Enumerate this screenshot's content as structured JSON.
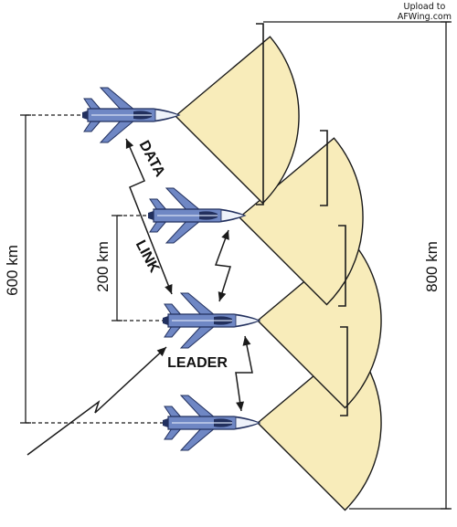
{
  "watermark": {
    "line1": "Upload to",
    "line2": "AFWing.com"
  },
  "labels": {
    "span_outer": "600 km",
    "span_inner": "200 km",
    "span_right": "800 km",
    "data": "DATA",
    "link": "LINK",
    "leader": "LEADER"
  },
  "colors": {
    "sector_fill": "#f8ecba",
    "outline": "#1a1a1a",
    "jet_body": "#6f87c4",
    "jet_dark": "#22305e",
    "jet_light": "#d6e0f4",
    "nose": "#eef2fa"
  },
  "icons": [
    "fighter-jet-icon",
    "lightning-link-icon"
  ]
}
